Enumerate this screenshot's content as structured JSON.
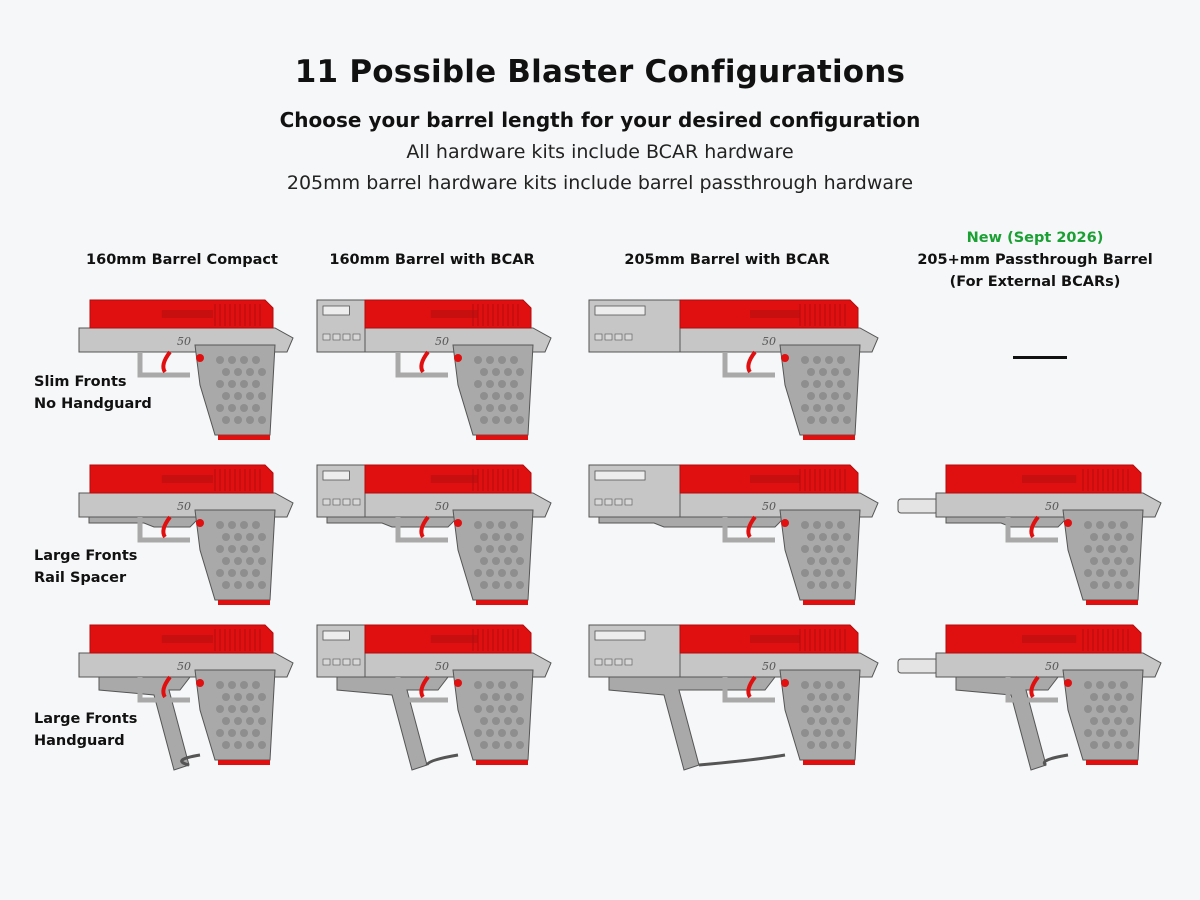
{
  "header": {
    "title": "11 Possible Blaster Configurations",
    "subtitle": "Choose your barrel length for your desired configuration",
    "info_lines": [
      "All hardware kits include BCAR hardware",
      "205mm barrel hardware kits include barrel passthrough hardware"
    ]
  },
  "columns": [
    {
      "label": "160mm Barrel Compact"
    },
    {
      "label": "160mm Barrel with BCAR"
    },
    {
      "label": "205mm Barrel with BCAR"
    },
    {
      "new_tag": "New (Sept 2026)",
      "label_line1": "205+mm Passthrough Barrel",
      "label_line2": "(For External BCARs)"
    }
  ],
  "rows": [
    {
      "line1": "Slim Fronts",
      "line2": "No Handguard"
    },
    {
      "line1": "Large Fronts",
      "line2": "Rail Spacer"
    },
    {
      "line1": "Large Fronts",
      "line2": "Handguard"
    }
  ],
  "slide_marking": "50",
  "unavailable_marker": "—",
  "colors": {
    "slide_red": "#e01010",
    "slide_dark": "#b00d0d",
    "frame_gray": "#a9a9a9",
    "frame_light": "#c6c6c6",
    "outline": "#555555",
    "new_green": "#1aa033",
    "background": "#f6f7f9"
  }
}
